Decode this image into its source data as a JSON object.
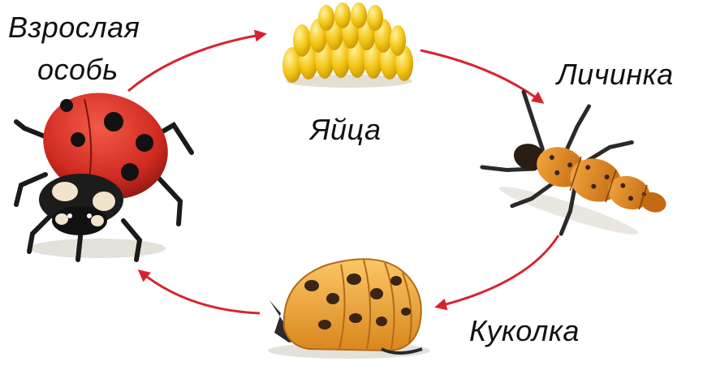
{
  "diagram": {
    "stages": {
      "adult": {
        "line1": "Взрослая",
        "line2": "особь",
        "icon": "ladybug-adult-icon"
      },
      "eggs": {
        "label": "Яйца",
        "icon": "egg-cluster-icon"
      },
      "larva": {
        "label": "Личинка",
        "icon": "larva-icon"
      },
      "pupa": {
        "label": "Куколка",
        "icon": "pupa-icon"
      }
    },
    "colors": {
      "arrow": "#d8232f",
      "ladybug_red": "#d42a22",
      "spots": "#111111",
      "egg_yellow": "#f2c414",
      "larva_orange": "#e08a28",
      "pupa_orange": "#efa53a"
    }
  }
}
